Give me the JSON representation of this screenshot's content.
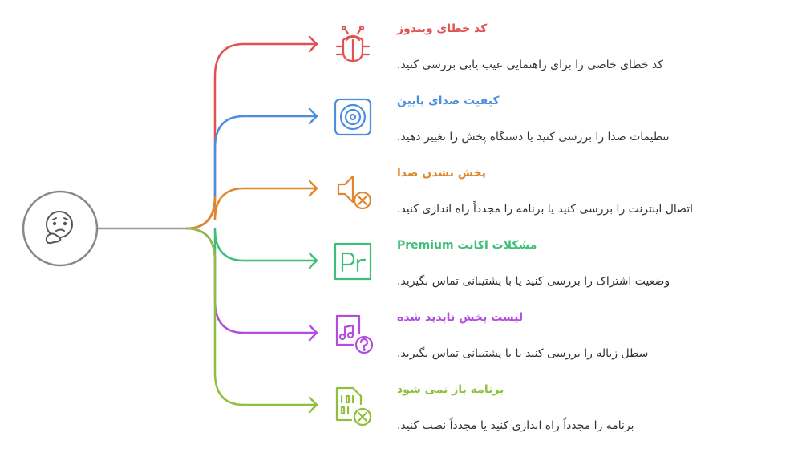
{
  "center": {
    "icon": "thinking-face-icon"
  },
  "colors": {
    "connector": "#9a9a9a",
    "center_stroke": "#888888"
  },
  "items": [
    {
      "id": "windows-error-code",
      "title": "کد خطای ویندوز",
      "description": ".کد خطای خاصی را برای راهنمایی عیب یابی بررسی کنید",
      "icon": "bug-icon",
      "color": "#e05252"
    },
    {
      "id": "low-audio-quality",
      "title": "کیفیت صدای پایین",
      "description": ".تنظیمات صدا را بررسی کنید یا دستگاه پخش را تغییر دهید",
      "icon": "speaker-icon",
      "color": "#4b8ee0"
    },
    {
      "id": "no-audio-playback",
      "title": "پخش نشدن صدا",
      "description": ".اتصال اینترنت را بررسی کنید یا برنامه را مجدداً راه اندازی کنید",
      "icon": "mute-icon",
      "color": "#e0872e"
    },
    {
      "id": "premium-account-issues",
      "title": "Premium مشکلات اکانت",
      "description": ".وضعیت اشتراک را بررسی کنید یا با پشتیبانی تماس بگیرید",
      "icon": "premium-pr-icon",
      "color": "#3dbf7a"
    },
    {
      "id": "missing-playlist",
      "title": "لیست پخش ناپدید شده",
      "description": ".سطل زباله را بررسی کنید یا با پشتیبانی تماس بگیرید",
      "icon": "music-file-question-icon",
      "color": "#b24de0"
    },
    {
      "id": "app-wont-open",
      "title": "برنامه باز نمی شود",
      "description": ".برنامه را مجدداً راه اندازی کنید یا مجدداً نصب کنید",
      "icon": "binary-file-error-icon",
      "color": "#8ec03c"
    }
  ]
}
